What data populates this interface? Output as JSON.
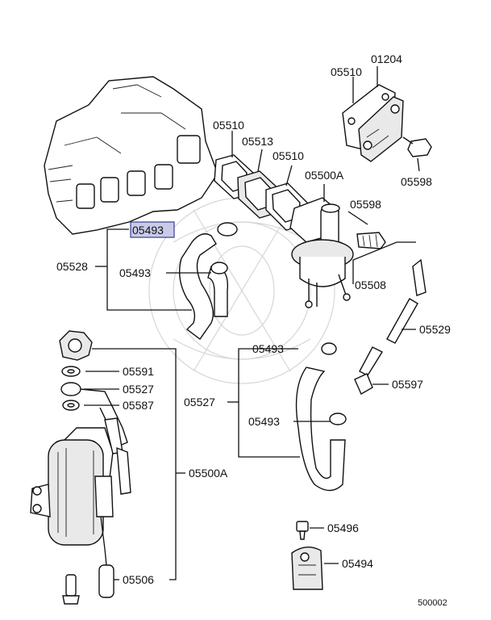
{
  "labels": {
    "l01204": "01204",
    "l05510_top": "05510",
    "l05598_top": "05598",
    "l05510_a": "05510",
    "l05513": "05513",
    "l05510_b": "05510",
    "l05500A_top": "05500A",
    "l05598_mid": "05598",
    "l05493_selected": "05493",
    "l05528": "05528",
    "l05493_b": "05493",
    "l05508": "05508",
    "l05529": "05529",
    "l05493_c": "05493",
    "l05597": "05597",
    "l05591": "05591",
    "l05527_a": "05527",
    "l05587": "05587",
    "l05527_b": "05527",
    "l05493_d": "05493",
    "l05500A_bottom": "05500A",
    "l05496": "05496",
    "l05494": "05494",
    "l05506": "05506",
    "diagram_number": "500002"
  },
  "colors": {
    "highlight_fill": "#c8cbe8",
    "highlight_border": "#3a3f8f"
  }
}
